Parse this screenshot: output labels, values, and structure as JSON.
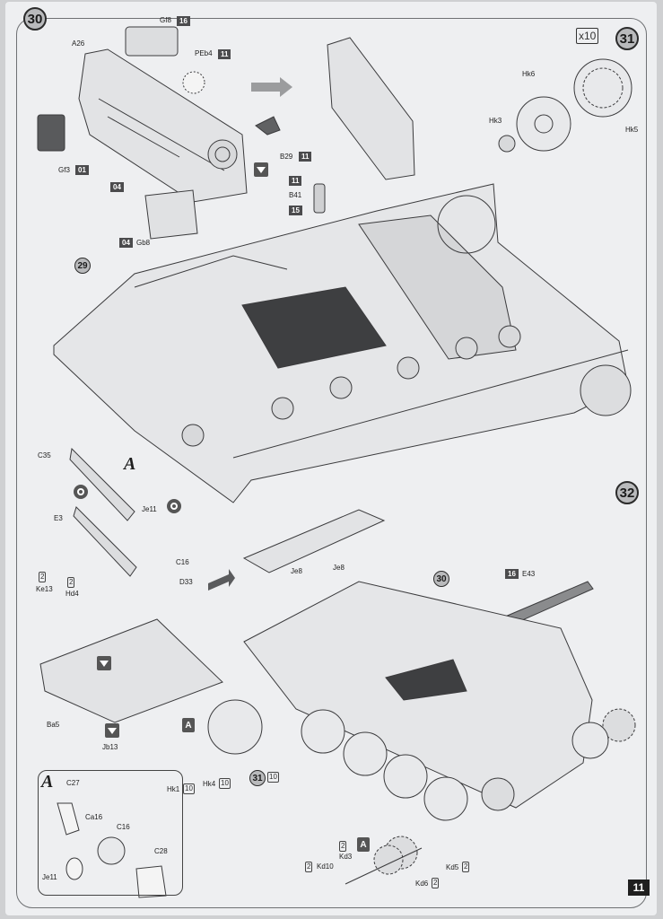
{
  "page_number": "11",
  "steps": {
    "s30": "30",
    "s31": "31",
    "s32": "32",
    "ref29": "29",
    "ref30": "30",
    "ref31": "31"
  },
  "multiplier_31": "x10",
  "detail_label": "A",
  "detail_label_inset": "A",
  "icon_A_text": "A",
  "parts": {
    "Gf8": "Gf8",
    "Gf8_sprue": "16",
    "A26": "A26",
    "PEb4": "PEb4",
    "PEb4_sprue": "11",
    "Gf3": "Gf3",
    "Gf3_sprue": "01",
    "sprue_04a": "04",
    "B29": "B29",
    "B29_sprue": "11",
    "B41": "B41",
    "B41_sprue_a": "11",
    "B41_sprue_b": "15",
    "Gb8": "Gb8",
    "Gb8_sprue": "04",
    "Hk6": "Hk6",
    "Hk3": "Hk3",
    "Hk5": "Hk5",
    "C35": "C35",
    "E3": "E3",
    "Je11": "Je11",
    "C16": "C16",
    "D33": "D33",
    "Ke13": "Ke13",
    "Ke13_mult": "2",
    "Hd4": "Hd4",
    "Hd4_mult": "2",
    "Ba5": "Ba5",
    "Jb13": "Jb13",
    "Je8a": "Je8",
    "Je8b": "Je8",
    "E43": "E43",
    "E43_sprue": "16",
    "Hk1": "Hk1",
    "Hk1_mult": "10",
    "Hk4": "Hk4",
    "Hk4_mult": "10",
    "ref31_mult": "10",
    "Kd3": "Kd3",
    "Kd3_mult": "2",
    "Kd10": "Kd10",
    "Kd10_mult": "2",
    "Kd5": "Kd5",
    "Kd5_mult": "2",
    "Kd6": "Kd6",
    "Kd6_mult": "2",
    "C27": "C27",
    "Ca16": "Ca16",
    "C16b": "C16",
    "C28": "C28",
    "Je11b": "Je11"
  }
}
